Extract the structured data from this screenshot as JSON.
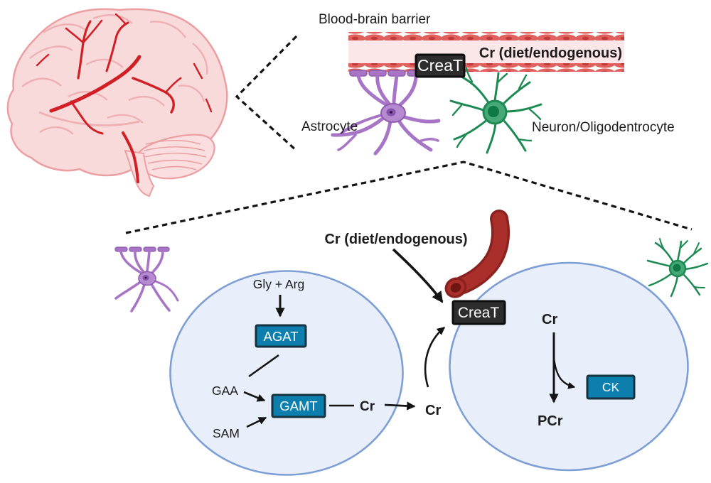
{
  "colors": {
    "enzyme_box_fill": "#0d7fae",
    "enzyme_box_border": "#16323e",
    "transporter_box_fill": "#2d2d2d",
    "transporter_box_border": "#0d0d0d",
    "cell_circle_fill": "#e8effa",
    "cell_circle_border": "#7d9fd6",
    "vessel_wall": "#e0605e",
    "vessel_wall_nucleus": "#c03a3a",
    "vessel_lumen": "#fbe7e7",
    "capillary_red": "#aa2e2a",
    "astrocyte_purple": "#a774c6",
    "neuron_green": "#1d8a52",
    "brain_pink": "#f9dada",
    "artery_red": "#d11f26",
    "text": "#1c1c1c"
  },
  "top_panel": {
    "blood_brain_barrier_label": "Blood-brain barrier",
    "cr_source_label": "Cr (diet/endogenous)",
    "transporter_label": "CreaT",
    "astrocyte_label": "Astrocyte",
    "neuron_label": "Neuron/Oligodentrocyte"
  },
  "bottom_panel": {
    "cr_source_label": "Cr (diet/endogenous)",
    "transporter_label": "CreaT",
    "astrocyte_pathway": {
      "substrates_label": "Gly + Arg",
      "agat_label": "AGAT",
      "gaa_label": "GAA",
      "gamt_label": "GAMT",
      "sam_label": "SAM",
      "cr_label": "Cr"
    },
    "extracellular_cr_label": "Cr",
    "neuron_pathway": {
      "cr_label": "Cr",
      "ck_label": "CK",
      "pcr_label": "PCr"
    }
  }
}
